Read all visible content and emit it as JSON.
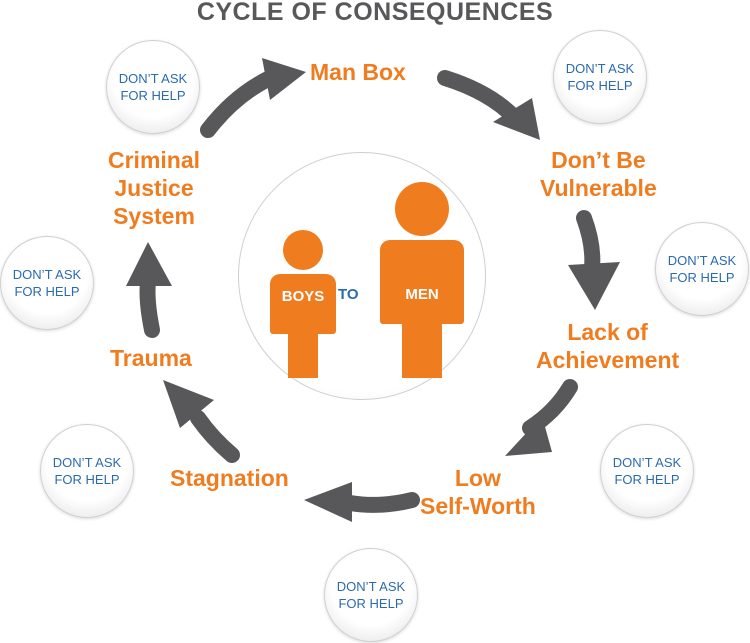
{
  "title": "CYCLE OF CONSEQUENCES",
  "stages": [
    "Man Box",
    "Don’t Be\nVulnerable",
    "Lack of\nAchievement",
    "Low\nSelf-Worth",
    "Stagnation",
    "Trauma",
    "Criminal\nJustice\nSystem"
  ],
  "bubble_text": "DON’T ASK\nFOR HELP",
  "center": {
    "boys_label": "BOYS",
    "to_label": "TO",
    "men_label": "MEN"
  },
  "colors": {
    "orange": "#f07c20",
    "blue": "#2a6bb0",
    "arrow": "#58585a"
  }
}
